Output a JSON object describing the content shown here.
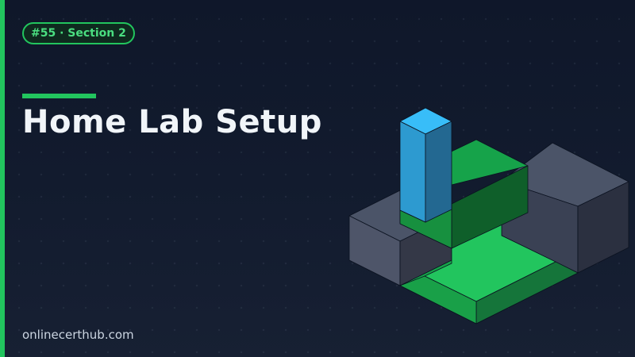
{
  "badge": {
    "label": "#55 · Section 2"
  },
  "title": {
    "text": "Home Lab Setup"
  },
  "footer": {
    "site": "onlinecerthub.com"
  },
  "illustration": {
    "name": "isometric-home-lab-blocks",
    "colors": {
      "accent": "#22c55e",
      "green_top": "#22c55e",
      "green_mid": "#16a34a",
      "green_dark": "#15803d",
      "green_darker": "#0f5f2a",
      "gray_top": "#4b5468",
      "gray_left": "#3a4154",
      "gray_right": "#2b3040",
      "blue_top": "#38bdf8",
      "blue_left": "#2d9ad0",
      "blue_right": "#236891"
    }
  },
  "theme": {
    "background_top": "#0f172a",
    "background_bottom": "#172033",
    "text": "#f1f5f9",
    "muted_text": "#cbd5e1",
    "badge_text": "#4ade80"
  }
}
